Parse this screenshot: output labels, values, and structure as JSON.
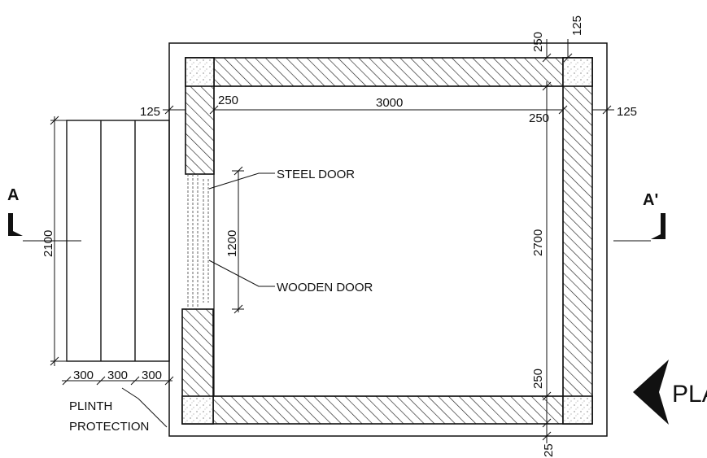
{
  "drawing": {
    "dimensions": {
      "top_wall_thickness": "250",
      "top_offset": "125",
      "left_offset": "125",
      "left_wall_thickness": "250",
      "interior_width": "3000",
      "right_wall_thickness": "250",
      "right_offset": "125",
      "interior_height": "2700",
      "bottom_wall_thickness": "250",
      "bottom_offset": "25",
      "door_width": "1200",
      "steps_height": "2100",
      "step_1": "300",
      "step_2": "300",
      "step_3": "300"
    },
    "labels": {
      "steel_door": "STEEL DOOR",
      "wooden_door": "WOODEN DOOR",
      "plinth_line1": "PLINTH",
      "plinth_line2": "PROTECTION",
      "section_left": "A",
      "section_right": "A'",
      "title_partial": "PLA"
    }
  }
}
